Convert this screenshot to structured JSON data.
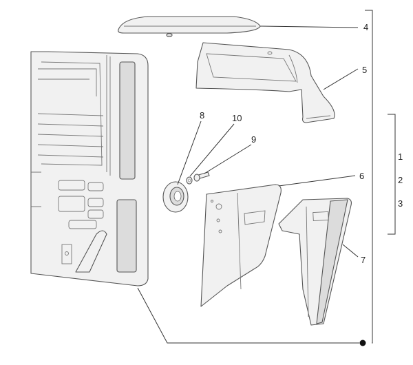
{
  "callouts": {
    "c1": "1",
    "c2": "2",
    "c3": "3",
    "c4": "4",
    "c5": "5",
    "c6": "6",
    "c7": "7",
    "c8": "8",
    "c9": "9",
    "c10": "10"
  },
  "colors": {
    "outline": "#555555",
    "fill": "#f1f1f1",
    "leader": "#333333"
  }
}
